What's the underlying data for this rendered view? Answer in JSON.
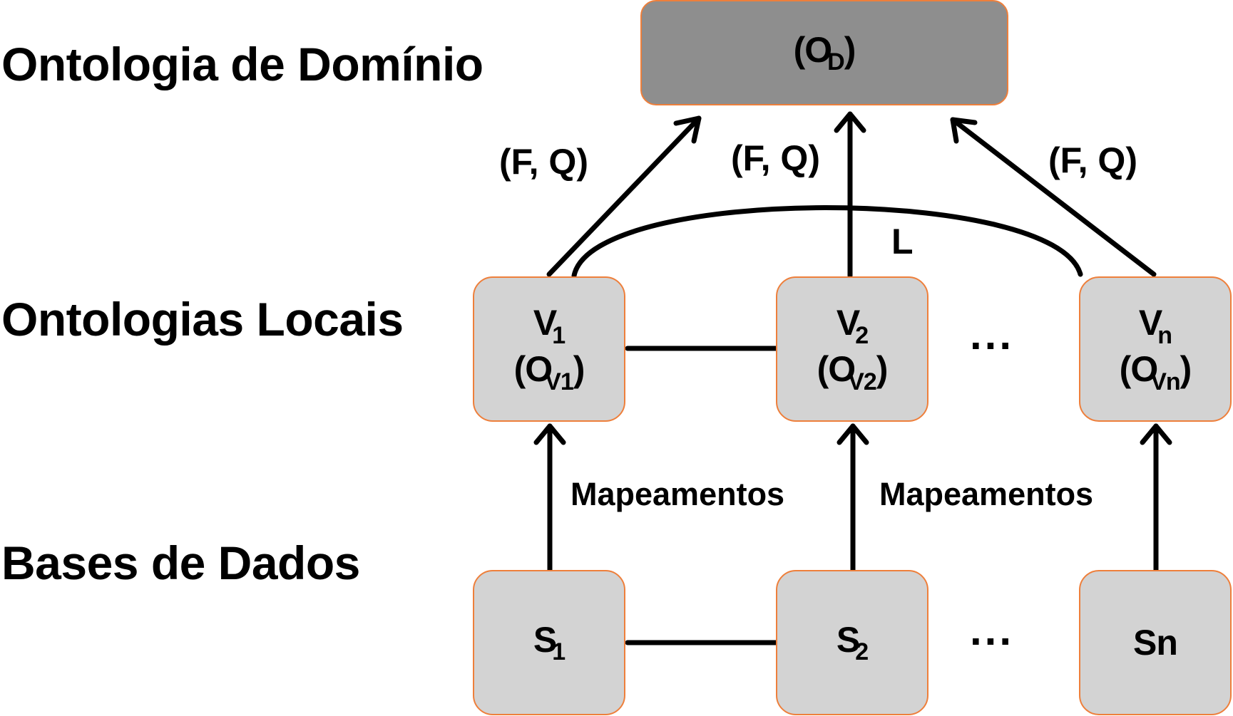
{
  "rows": {
    "domain": "Ontologia de Domínio",
    "local": "Ontologias Locais",
    "databases": "Bases de Dados"
  },
  "domain_node": {
    "prefix": "(O",
    "sub": "D",
    "suffix": ")"
  },
  "views": [
    {
      "name": "V",
      "index": "1",
      "onto_prefix": "(O",
      "onto_sub": "V1",
      "onto_suffix": ")"
    },
    {
      "name": "V",
      "index": "2",
      "onto_prefix": "(O",
      "onto_sub": "V2",
      "onto_suffix": ")"
    },
    {
      "name": "V",
      "index": "n",
      "onto_prefix": "(O",
      "onto_sub": "Vn",
      "onto_suffix": ")"
    }
  ],
  "sources": [
    {
      "name": "S",
      "index": "1"
    },
    {
      "name": "S",
      "index": "2"
    },
    {
      "name": "S",
      "index": "n"
    }
  ],
  "edge_labels": {
    "fq_left": "(F, Q)",
    "fq_middle": "(F, Q)",
    "fq_right": "(F, Q)",
    "link": "L",
    "map_left": "Mapeamentos",
    "map_right": "Mapeamentos"
  },
  "ellipsis": {
    "views": "...",
    "sources": "..."
  },
  "colors": {
    "box_fill": "#d3d3d3",
    "domain_fill": "#8e8e8e",
    "box_border": "#ee7f3b",
    "arrow": "#000000"
  }
}
